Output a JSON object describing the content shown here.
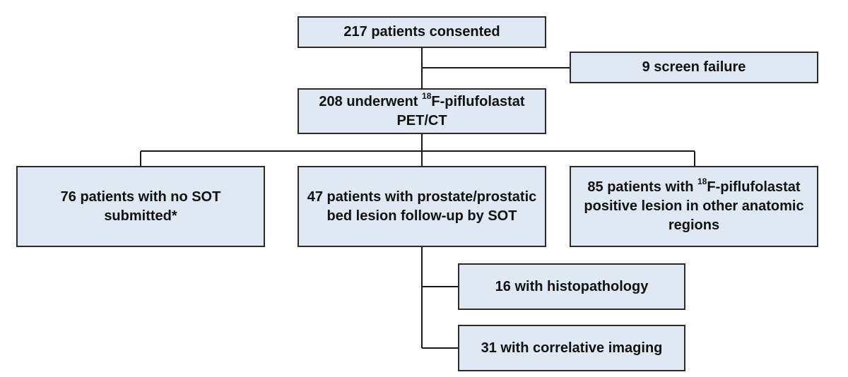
{
  "flowchart": {
    "consented": {
      "text": "217 patients consented"
    },
    "screen_failure": {
      "text": "9 screen failure"
    },
    "pet_ct": {
      "prefix": "208 underwent ",
      "isotope_mass": "18",
      "agent": "F-piflufolastat",
      "line2": "PET/CT"
    },
    "no_sot": {
      "line1": "76 patients with no SOT",
      "line2": "submitted*"
    },
    "prostate": {
      "line1": "47 patients with prostate/prostatic",
      "line2": "bed lesion follow-up by SOT"
    },
    "positive": {
      "prefix": "85 patients with ",
      "isotope_mass": "18",
      "agent": "F-piflufolastat",
      "line2": "positive lesion in other anatomic",
      "line3": "regions"
    },
    "histopathology": {
      "text": "16 with histopathology"
    },
    "correlative_imaging": {
      "text": "31 with correlative imaging"
    }
  },
  "colors": {
    "box_fill": "#dfe8f3",
    "box_border": "#2b2b2b",
    "connector": "#1a1a1a",
    "text": "#111111"
  }
}
